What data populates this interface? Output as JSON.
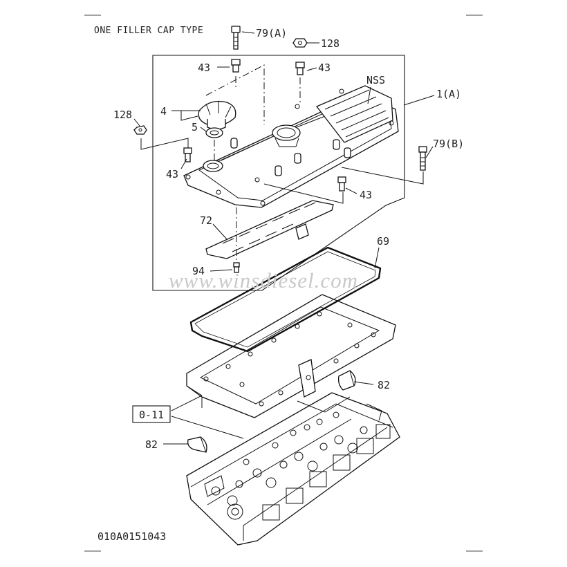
{
  "title": "ONE FILLER CAP TYPE",
  "diagram_code": "010A0151043",
  "watermark": "www.winsdiesel.com",
  "group_ref": "0-11",
  "callouts": {
    "bolt_79a": "79(A)",
    "nut_128_top": "128",
    "bolt_43_left_top": "43",
    "bolt_43_right_top": "43",
    "nss": "NSS",
    "assembly_1a": "1(A)",
    "cap_4": "4",
    "ring_5": "5",
    "nut_128_left": "128",
    "bolt_79b": "79(B)",
    "bolt_43_left": "43",
    "bolt_43_right": "43",
    "baffle_72": "72",
    "gasket_69": "69",
    "screw_94": "94",
    "seal_82_right": "82",
    "seal_82_left": "82"
  }
}
